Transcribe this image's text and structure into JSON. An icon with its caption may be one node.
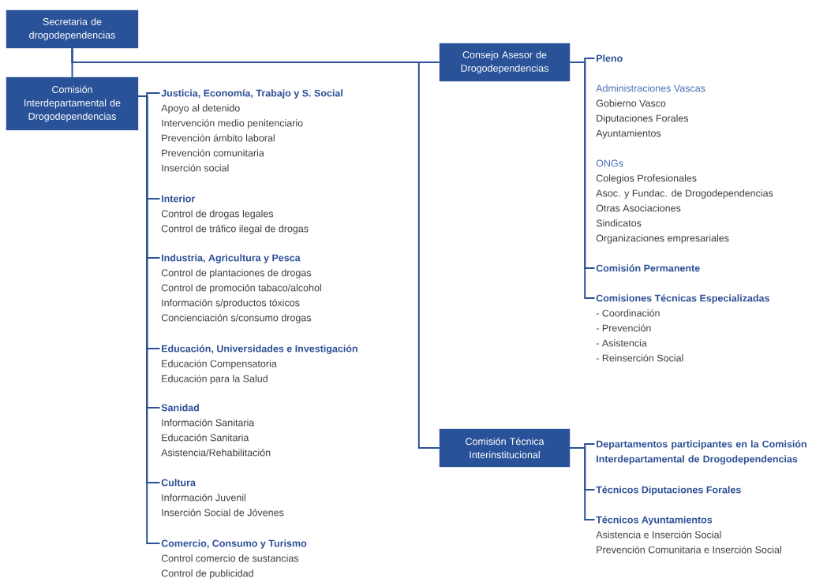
{
  "diagram": {
    "nodes": [
      {
        "text": [
          "Secretaria de drogodependencias"
        ]
      },
      {
        "text": [
          "Comisión Interdepartamental de Drogodependencias"
        ]
      },
      {
        "text": [
          "Consejo Asesor de Drogodependencias"
        ]
      },
      {
        "text": [
          "Comisión Técnica Interinstitucional"
        ]
      },
      {
        "text": [
          "Justicia, Economía, Trabajo y S. Social",
          "Apoyo al detenido",
          "Intervención medio penitenciario",
          "Prevención ámbito laboral",
          "Prevención comunitaria",
          "Inserción social"
        ]
      },
      {
        "text": [
          "Interior",
          "Control de drogas legales",
          "Control de tráfico ilegal de drogas"
        ]
      },
      {
        "text": [
          "Industria, Agricultura y Pesca",
          "Control de plantaciones de drogas",
          "Control de promoción tabaco/alcohol",
          "Información s/productos tóxicos",
          "Concienciación s/consumo drogas"
        ]
      },
      {
        "text": [
          "Educación, Universidades e Investigación",
          "Educación Compensatoria",
          "Educación para la Salud"
        ]
      },
      {
        "text": [
          "Sanidad",
          "Información Sanitaria",
          "Educación Sanitaria",
          "Asistencia/Rehabilitación"
        ]
      },
      {
        "text": [
          "Cultura",
          "Información Juvenil",
          "Inserción Social de Jóvenes"
        ]
      },
      {
        "text": [
          "Comercio, Consumo y Turismo",
          "Control comercio de sustancias",
          "Control de publicidad"
        ]
      },
      {
        "text": [
          "Pleno",
          "Administraciones Vascas",
          "Gobierno Vasco",
          "Diputaciones Forales",
          "Ayuntamientos",
          "ONGs",
          "Colegios Profesionales",
          "Asoc. y Fundac. de Drogodependencias",
          "Otras Asociaciones",
          "Sindicatos",
          "Organizaciones empresariales"
        ]
      },
      {
        "text": [
          "Comisión Permanente"
        ]
      },
      {
        "text": [
          "Comisiones Técnicas Especializadas",
          "- Coordinación",
          "- Prevención",
          "- Asistencia",
          "- Reinserción Social"
        ]
      },
      {
        "text": [
          "Departamentos participantes en la Comisión Interdepartamental de Drogodependencias"
        ]
      },
      {
        "text": [
          "Técnicos Diputaciones Forales"
        ]
      },
      {
        "text": [
          "Técnicos Ayuntamientos",
          "Asistencia e Inserción Social",
          "Prevención Comunitaria e Inserción Social"
        ]
      }
    ],
    "edges": [
      {
        "from": 0,
        "to": 1,
        "arrow": "none"
      },
      {
        "from": 0,
        "to": 2,
        "arrow": "none"
      },
      {
        "from": 0,
        "to": 3,
        "arrow": "none"
      },
      {
        "from": 1,
        "to": 4,
        "arrow": "none"
      },
      {
        "from": 1,
        "to": 5,
        "arrow": "none"
      },
      {
        "from": 1,
        "to": 6,
        "arrow": "none"
      },
      {
        "from": 1,
        "to": 7,
        "arrow": "none"
      },
      {
        "from": 1,
        "to": 8,
        "arrow": "none"
      },
      {
        "from": 1,
        "to": 9,
        "arrow": "none"
      },
      {
        "from": 1,
        "to": 10,
        "arrow": "none"
      },
      {
        "from": 2,
        "to": 11,
        "arrow": "none"
      },
      {
        "from": 2,
        "to": 12,
        "arrow": "none"
      },
      {
        "from": 2,
        "to": 13,
        "arrow": "none"
      },
      {
        "from": 3,
        "to": 14,
        "arrow": "none"
      },
      {
        "from": 3,
        "to": 15,
        "arrow": "none"
      },
      {
        "from": 3,
        "to": 16,
        "arrow": "none"
      }
    ]
  }
}
